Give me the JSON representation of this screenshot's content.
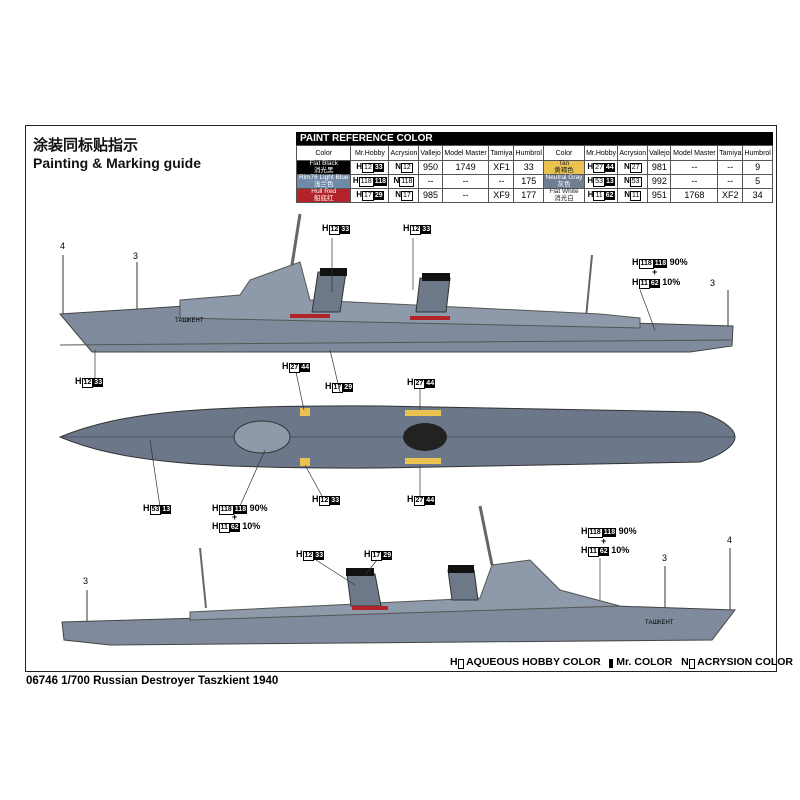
{
  "title_cn": "涂装同标贴指示",
  "title_en": "Painting & Marking guide",
  "paint_table": {
    "heading": "PAINT  REFERENCE COLOR",
    "columns": [
      "Color",
      "Mr.Hobby",
      "Acrysion",
      "Vallejo",
      "Model Master",
      "Tamiya",
      "Humbrol"
    ],
    "left": [
      {
        "en": "Flat Black",
        "cn": "消光黑",
        "swatch": "#000000",
        "h": "12",
        "m": "33",
        "n": "12",
        "vallejo": "950",
        "mm": "1749",
        "tamiya": "XF1",
        "humbrol": "33"
      },
      {
        "en": "Rlm76 Light Blue",
        "cn": "浅兰色",
        "swatch": "#6f8aa6",
        "h": "118",
        "m": "118",
        "n": "118",
        "vallejo": "--",
        "mm": "--",
        "tamiya": "--",
        "humbrol": "175"
      },
      {
        "en": "Hull Red",
        "cn": "船底红",
        "swatch": "#b3242a",
        "h": "17",
        "m": "29",
        "n": "17",
        "vallejo": "985",
        "mm": "--",
        "tamiya": "XF9",
        "humbrol": "177"
      }
    ],
    "right": [
      {
        "en": "Tan",
        "cn": "黄褐色",
        "swatch": "#e9c252",
        "h": "27",
        "m": "44",
        "n": "27",
        "vallejo": "981",
        "mm": "--",
        "tamiya": "--",
        "humbrol": "9"
      },
      {
        "en": "Neutral Gray",
        "cn": "灰色",
        "swatch": "#6f7e93",
        "h": "53",
        "m": "13",
        "n": "53",
        "vallejo": "992",
        "mm": "--",
        "tamiya": "--",
        "humbrol": "5"
      },
      {
        "en": "Flat White",
        "cn": "消光白",
        "swatch": "#ffffff",
        "h": "11",
        "m": "62",
        "n": "11",
        "vallejo": "951",
        "mm": "1768",
        "tamiya": "XF2",
        "humbrol": "34"
      }
    ]
  },
  "callouts": {
    "c12_33": {
      "h": "12",
      "m": "33"
    },
    "c17_29": {
      "h": "17",
      "m": "29"
    },
    "c27_44": {
      "h": "27",
      "m": "44"
    },
    "c53_13": {
      "h": "53",
      "m": "13"
    },
    "c118": {
      "h": "118",
      "m": "118",
      "pct": "90%"
    },
    "c11_62": {
      "h": "11",
      "m": "62",
      "pct": "10%"
    },
    "prefix": "H",
    "plus": "+"
  },
  "numbers": {
    "four": "4",
    "three": "3"
  },
  "ship_name_label": "ТАШКЕНТ",
  "legend": {
    "h": "H",
    "h_text": "AQUEOUS HOBBY COLOR",
    "m_text": "Mr. COLOR",
    "n": "N",
    "n_text": "ACRYSION COLOR"
  },
  "caption": "06746   1/700   Russian Destroyer Taszkient 1940",
  "colors": {
    "hull": "#7f8b9c",
    "deck": "#5d6a7d",
    "funnel_cap": "#111111",
    "hull_red": "#b3242a",
    "tan": "#e9c252"
  }
}
